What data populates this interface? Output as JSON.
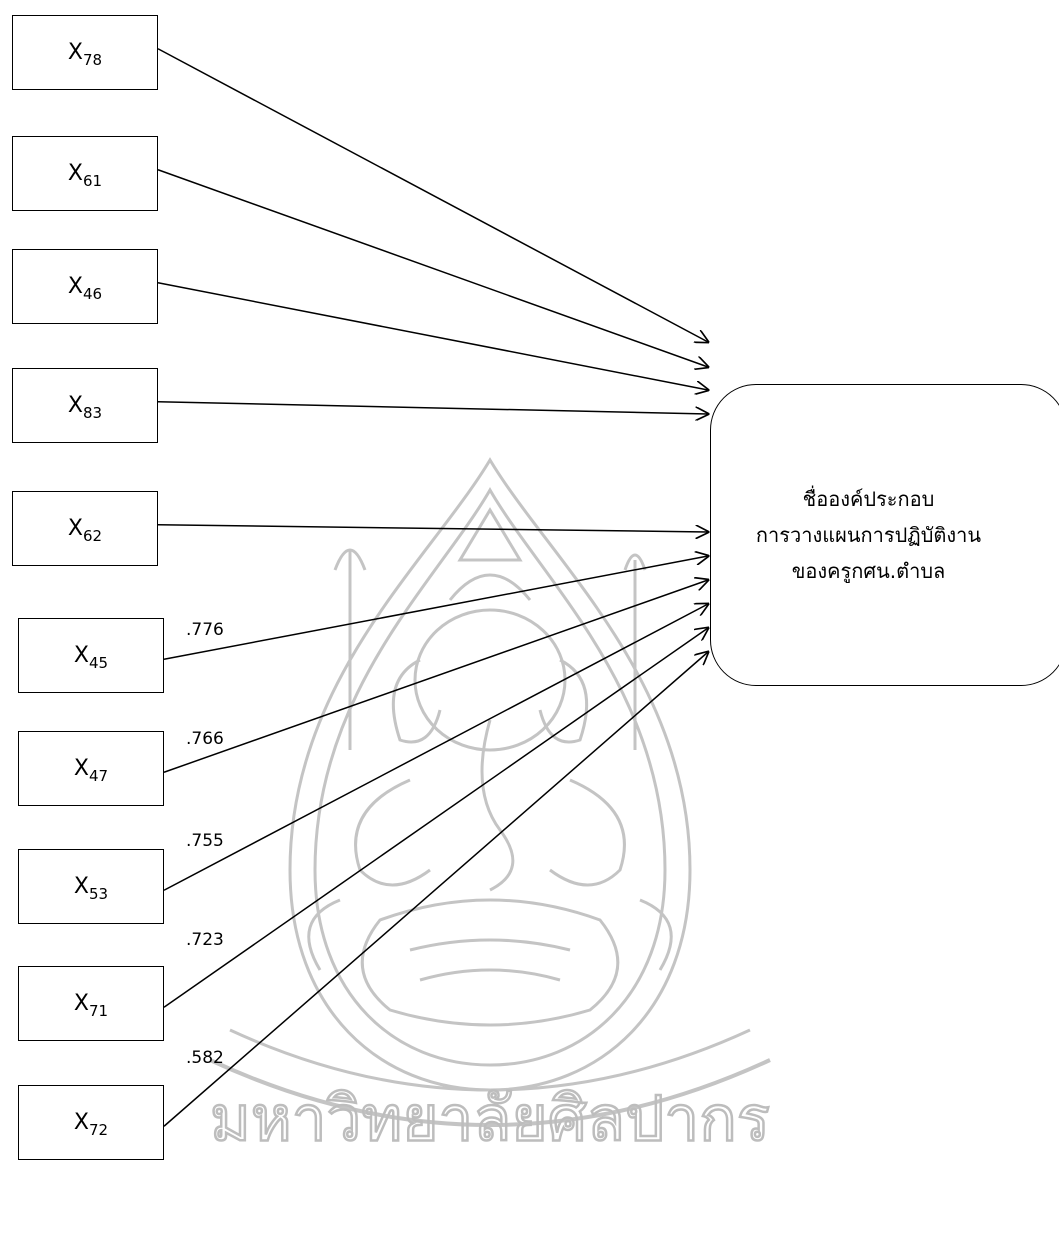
{
  "variables": [
    {
      "base": "X",
      "sub": "78",
      "coef": ""
    },
    {
      "base": "X",
      "sub": "61",
      "coef": ""
    },
    {
      "base": "X",
      "sub": "46",
      "coef": ""
    },
    {
      "base": "X",
      "sub": "83",
      "coef": ""
    },
    {
      "base": "X",
      "sub": "62",
      "coef": ""
    },
    {
      "base": "X",
      "sub": "45",
      "coef": ".776"
    },
    {
      "base": "X",
      "sub": "47",
      "coef": ".766"
    },
    {
      "base": "X",
      "sub": "53",
      "coef": ".755"
    },
    {
      "base": "X",
      "sub": "71",
      "coef": ".723"
    },
    {
      "base": "X",
      "sub": "72",
      "coef": ".582"
    }
  ],
  "target": {
    "lines": [
      "ชื่อองค์ประกอบ",
      "การวางแผนการปฏิบัติงาน",
      "ของครูกศน.ตำบล"
    ]
  },
  "watermark": {
    "text": "มหาวิทยาลัยศิลปากร",
    "color": "#b8b8b8"
  },
  "colors": {
    "line": "#000000",
    "background": "#ffffff"
  }
}
